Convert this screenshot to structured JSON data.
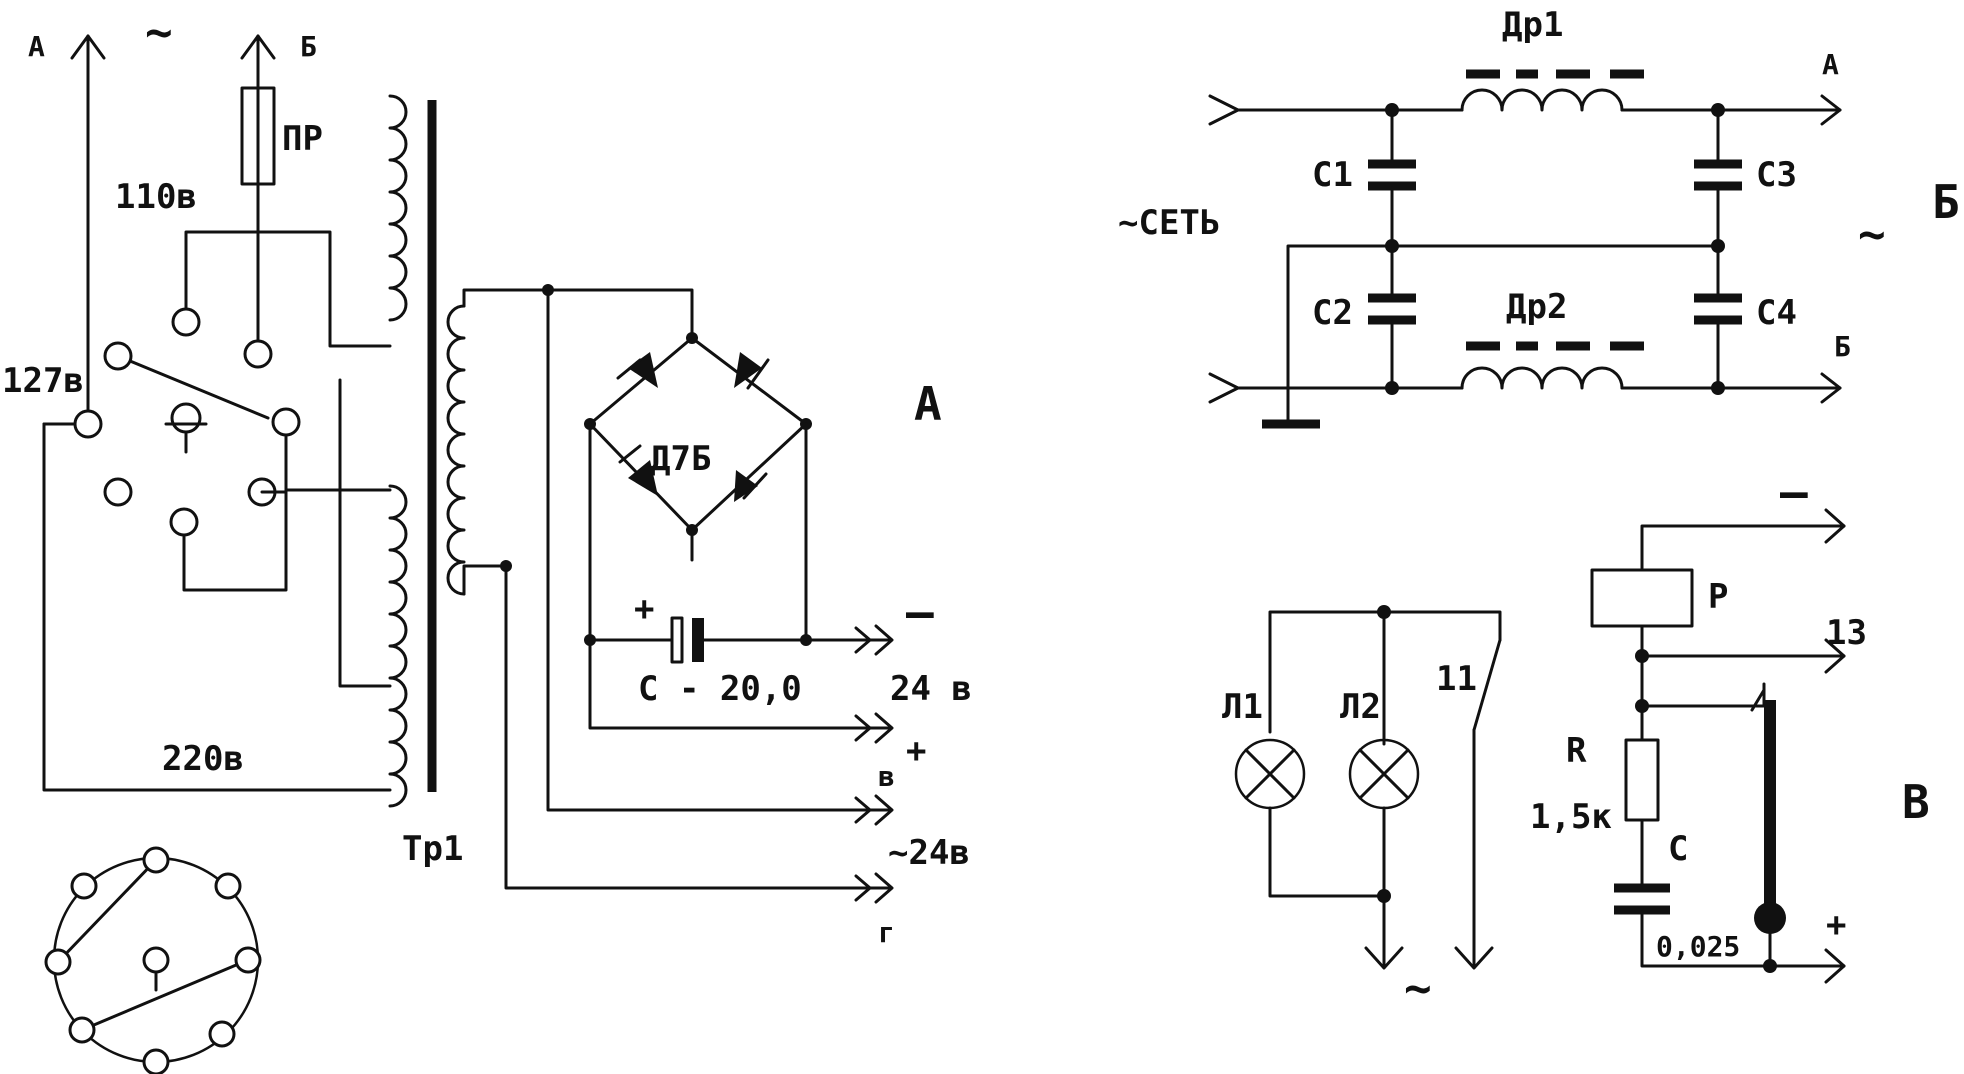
{
  "figure": {
    "colors": {
      "ink": "#111111",
      "paper": "#ffffff"
    },
    "panel_a": {
      "panel_label": "А",
      "top_left_terminal": "А",
      "top_right_terminal": "Б",
      "ac_symbol": "~",
      "fuse": "ПР",
      "tap_110": "110в",
      "tap_127": "127в",
      "tap_220": "220в",
      "transformer": "Тр1",
      "bridge": "Д7Б",
      "cap_plus": "+",
      "cap_label": "С  -  20,0",
      "out_minus": "–",
      "out_24dc": "24 в",
      "out_v": "в",
      "out_plus": "+",
      "out_24ac": "~24в",
      "out_g": "г"
    },
    "panel_b": {
      "panel_label": "Б",
      "ac_symbol": "~",
      "mains": "~СЕТЬ",
      "choke1": "Др1",
      "choke2": "Др2",
      "c1": "С1",
      "c2": "С2",
      "c3": "С3",
      "c4": "С4",
      "out_a": "А",
      "out_b": "Б"
    },
    "panel_v": {
      "panel_label": "В",
      "lamp1": "Л1",
      "lamp2": "Л2",
      "switch": "11",
      "ac_symbol": "~",
      "minus": "–",
      "relay": "Р",
      "out13": "13",
      "resistor": "R",
      "resistor_value": "1,5к",
      "capacitor": "С",
      "cap_value": "0,025",
      "plus": "+"
    }
  }
}
